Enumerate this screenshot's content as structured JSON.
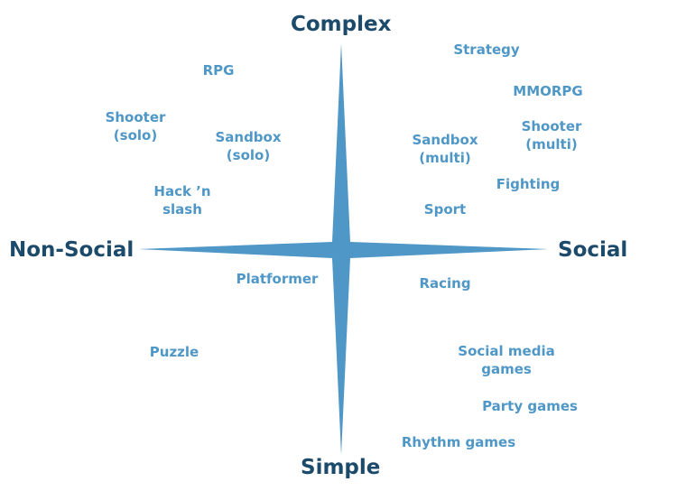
{
  "colors": {
    "axis_text": "#1c4a6b",
    "genre_text": "#4f97c7",
    "star_fill": "#4f97c7"
  },
  "axes": {
    "top": "Complex",
    "bottom": "Simple",
    "left": "Non-Social",
    "right": "Social"
  },
  "genres": {
    "strategy": [
      "Strategy"
    ],
    "rpg": [
      "RPG"
    ],
    "mmorpg": [
      "MMORPG"
    ],
    "shooter_solo": [
      "Shooter",
      "(solo)"
    ],
    "sandbox_solo": [
      "Sandbox",
      "(solo)"
    ],
    "sandbox_multi": [
      "Sandbox",
      "(multi)"
    ],
    "shooter_multi": [
      "Shooter",
      "(multi)"
    ],
    "fighting": [
      "Fighting"
    ],
    "hack_n_slash": [
      "Hack ’n",
      "slash"
    ],
    "sport": [
      "Sport"
    ],
    "platformer": [
      "Platformer"
    ],
    "racing": [
      "Racing"
    ],
    "puzzle": [
      "Puzzle"
    ],
    "social_media_games": [
      "Social media",
      "games"
    ],
    "party_games": [
      "Party games"
    ],
    "rhythm_games": [
      "Rhythm games"
    ]
  }
}
